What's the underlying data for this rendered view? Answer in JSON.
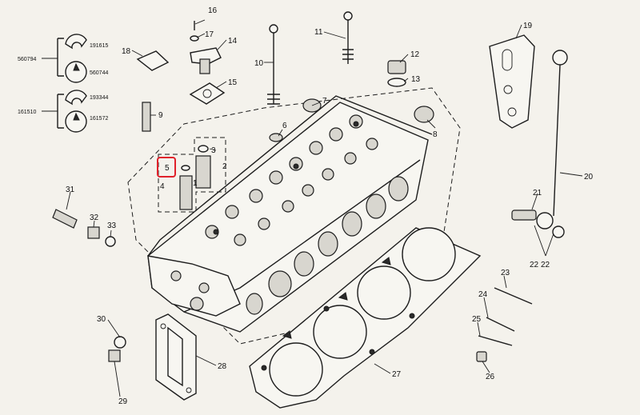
{
  "callouts": {
    "c1": "1",
    "c2": "2",
    "c3": "3",
    "c4": "4",
    "c5": "5",
    "c6": "6",
    "c7": "7",
    "c8": "8",
    "c9": "9",
    "c10": "10",
    "c11": "11",
    "c12": "12",
    "c13": "13",
    "c14": "14",
    "c15": "15",
    "c16": "16",
    "c17": "17",
    "c18": "18",
    "c19": "19",
    "c20": "20",
    "c21": "21",
    "c22a": "22",
    "c22b": "22",
    "c23": "23",
    "c24": "24",
    "c25": "25",
    "c26": "26",
    "c27": "27",
    "c28": "28",
    "c29": "29",
    "c30": "30",
    "c31": "31",
    "c32": "32",
    "c33": "33"
  },
  "part_numbers": {
    "p191615": "191615",
    "p560794": "560794",
    "p560744": "560744",
    "p193344": "193344",
    "p161510": "161510",
    "p161572": "161572"
  },
  "highlight": {
    "label": "5",
    "color": "#e0212b"
  }
}
